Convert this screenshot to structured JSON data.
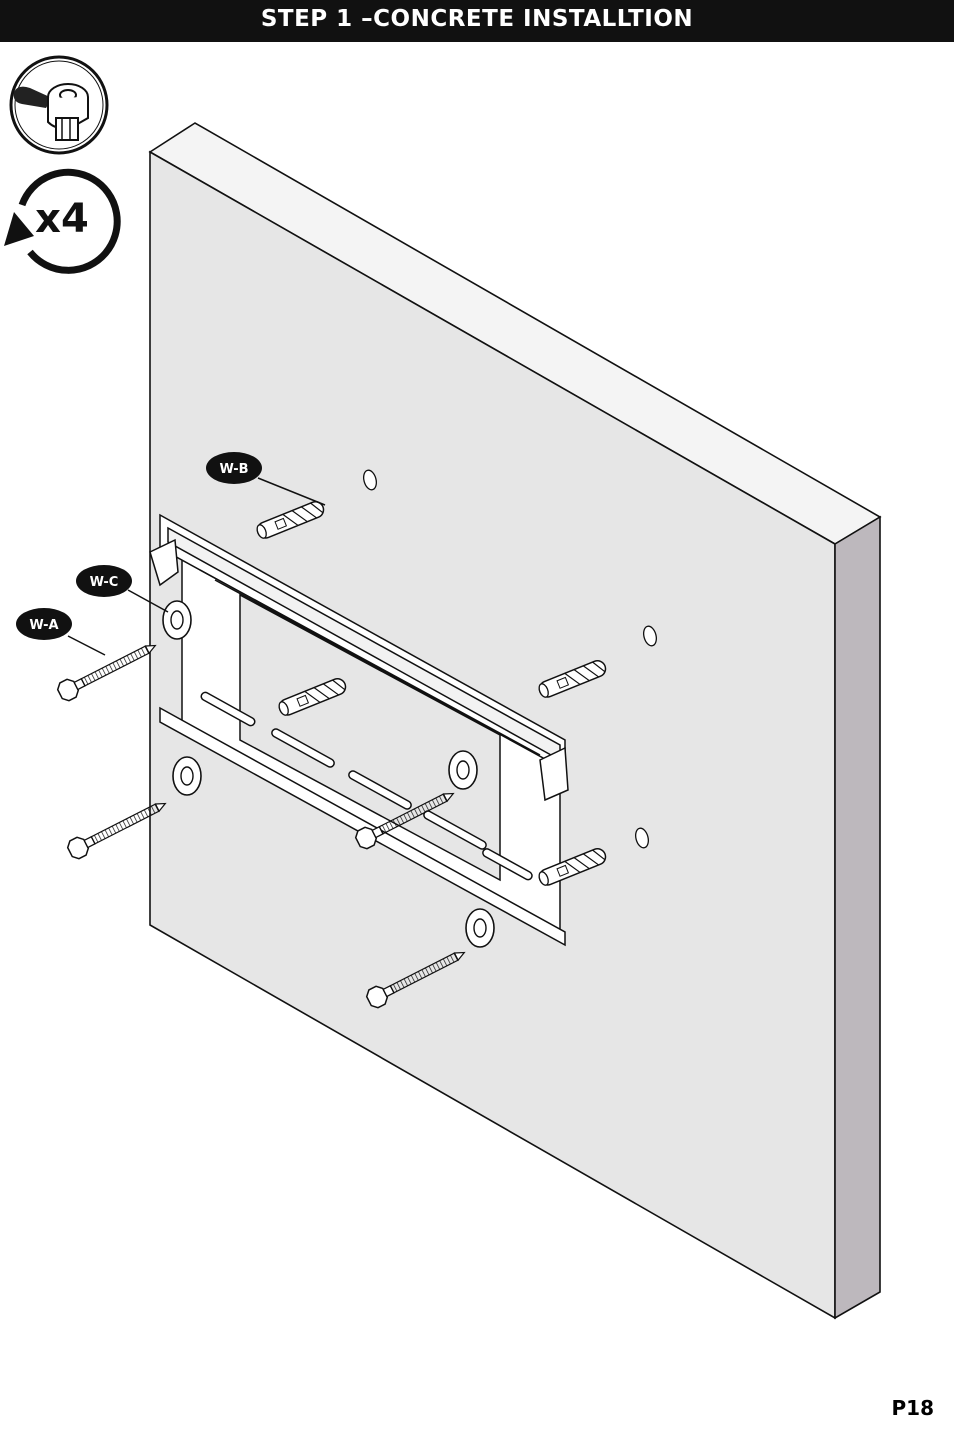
{
  "header": {
    "title": "STEP 1 –CONCRETE INSTALLTION"
  },
  "tool_icon": {
    "name": "socket-wrench-icon"
  },
  "rotation_icon": {
    "name": "rotate-icon",
    "label": "x4"
  },
  "callouts": {
    "w_b": "W-B",
    "w_c": "W-C",
    "w_a": "W-A"
  },
  "page": {
    "number": "P18"
  },
  "colors": {
    "header_bg": "#111111",
    "wall_face": "#e6e6e6",
    "wall_side": "#bdb8bd",
    "ink": "#111111"
  }
}
